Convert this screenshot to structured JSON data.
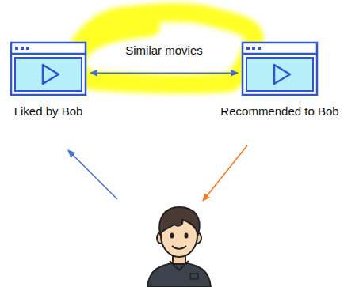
{
  "diagram": {
    "nodes": [
      {
        "text": [
          "Liked by Bob"
        ]
      },
      {
        "text": [
          "Recommended to Bob"
        ]
      }
    ],
    "edges": [
      {
        "from": 0,
        "to": 1,
        "label": "Similar movies",
        "arrow": "both"
      }
    ]
  }
}
